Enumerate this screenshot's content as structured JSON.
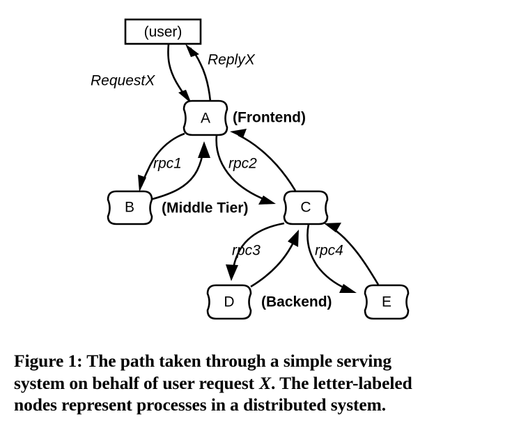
{
  "figure": {
    "caption": {
      "lines": [
        "Figure 1:  The path taken through a simple serving",
        "system on behalf of user request",
        "nodes represent processes in a distributed system."
      ],
      "line2_after_var": ". The letter-labeled",
      "variable": "X",
      "full_text": "Figure 1: The path taken through a simple serving system on behalf of user request X. The letter-labeled nodes represent processes in a distributed system."
    },
    "diagram": {
      "nodes": [
        {
          "id": "user",
          "label": "(user)",
          "shape": "rectangle"
        },
        {
          "id": "A",
          "label": "A",
          "shape": "rounded-barrel"
        },
        {
          "id": "B",
          "label": "B",
          "shape": "rounded-barrel"
        },
        {
          "id": "C",
          "label": "C",
          "shape": "rounded-barrel"
        },
        {
          "id": "D",
          "label": "D",
          "shape": "rounded-barrel"
        },
        {
          "id": "E",
          "label": "E",
          "shape": "rounded-barrel"
        }
      ],
      "tier_labels": [
        {
          "id": "frontend",
          "label": "(Frontend)"
        },
        {
          "id": "middle-tier",
          "label": "(Middle Tier)"
        },
        {
          "id": "backend",
          "label": "(Backend)"
        }
      ],
      "edges": [
        {
          "id": "request-x",
          "label": "RequestX",
          "from": "user",
          "to": "A"
        },
        {
          "id": "reply-x",
          "label": "ReplyX",
          "from": "A",
          "to": "user"
        },
        {
          "id": "rpc1",
          "label": "rpc1",
          "from": "A",
          "to": "B"
        },
        {
          "id": "rpc1-reply",
          "label": "",
          "from": "B",
          "to": "A"
        },
        {
          "id": "rpc2",
          "label": "rpc2",
          "from": "A",
          "to": "C"
        },
        {
          "id": "rpc2-reply",
          "label": "",
          "from": "C",
          "to": "A"
        },
        {
          "id": "rpc3",
          "label": "rpc3",
          "from": "C",
          "to": "D"
        },
        {
          "id": "rpc3-reply",
          "label": "",
          "from": "D",
          "to": "C"
        },
        {
          "id": "rpc4",
          "label": "rpc4",
          "from": "C",
          "to": "E"
        },
        {
          "id": "rpc4-reply",
          "label": "",
          "from": "E",
          "to": "C"
        }
      ],
      "colors": {
        "stroke": "#000000",
        "fill": "#ffffff",
        "background": "#ffffff"
      }
    }
  }
}
